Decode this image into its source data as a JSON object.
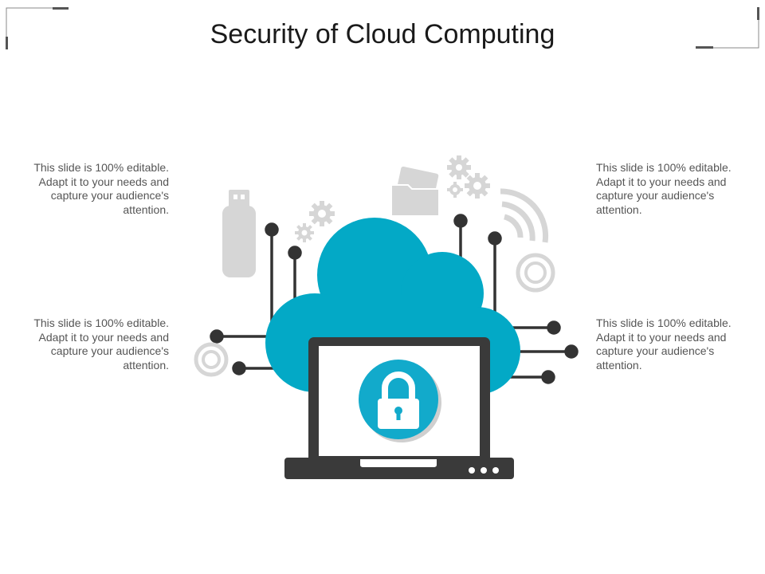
{
  "title": "Security of Cloud Computing",
  "notes": {
    "top_left": "This slide is 100% editable. Adapt it to your needs and capture your audience's attention.",
    "bottom_left": "This slide is 100% editable. Adapt it to your needs and capture your audience's attention.",
    "top_right": "This slide is 100% editable. Adapt it to your needs and capture your audience's attention.",
    "bottom_right": "This slide is 100% editable. Adapt it to your needs and capture your audience's attention."
  },
  "colors": {
    "cloud": "#03A9C6",
    "dark": "#3D3D3D",
    "icon_grey": "#D6D6D6",
    "lock_badge": "#12AACB",
    "frame": "#777777"
  },
  "icons": [
    "usb-drive-icon",
    "gear-icon",
    "folder-icon",
    "wifi-icon",
    "target-icon",
    "lock-icon",
    "laptop-icon",
    "cloud-icon"
  ]
}
